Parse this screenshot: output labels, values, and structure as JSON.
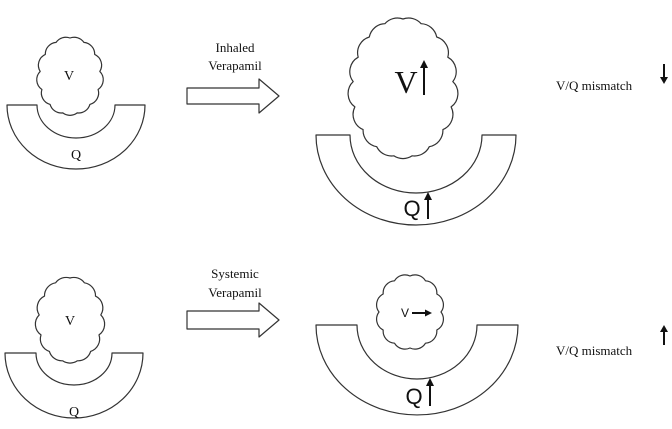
{
  "colors": {
    "stroke": "#333333",
    "text": "#111111",
    "background": "#ffffff"
  },
  "top_row": {
    "before": {
      "alveolus_label": "V",
      "perfusion_label": "Q"
    },
    "arrow_label": [
      "Inhaled",
      "Verapamil"
    ],
    "after": {
      "alveolus_label": "V",
      "alveolus_change": "increase",
      "perfusion_label": "Q",
      "perfusion_change": "increase"
    },
    "outcome_label": "V/Q mismatch",
    "outcome_change": "decrease"
  },
  "bottom_row": {
    "before": {
      "alveolus_label": "V",
      "perfusion_label": "Q"
    },
    "arrow_label": [
      "Systemic",
      "Verapamil"
    ],
    "after": {
      "alveolus_label": "V",
      "alveolus_change": "unchanged",
      "perfusion_label": "Q",
      "perfusion_change": "increase"
    },
    "outcome_label": "V/Q mismatch",
    "outcome_change": "increase"
  }
}
